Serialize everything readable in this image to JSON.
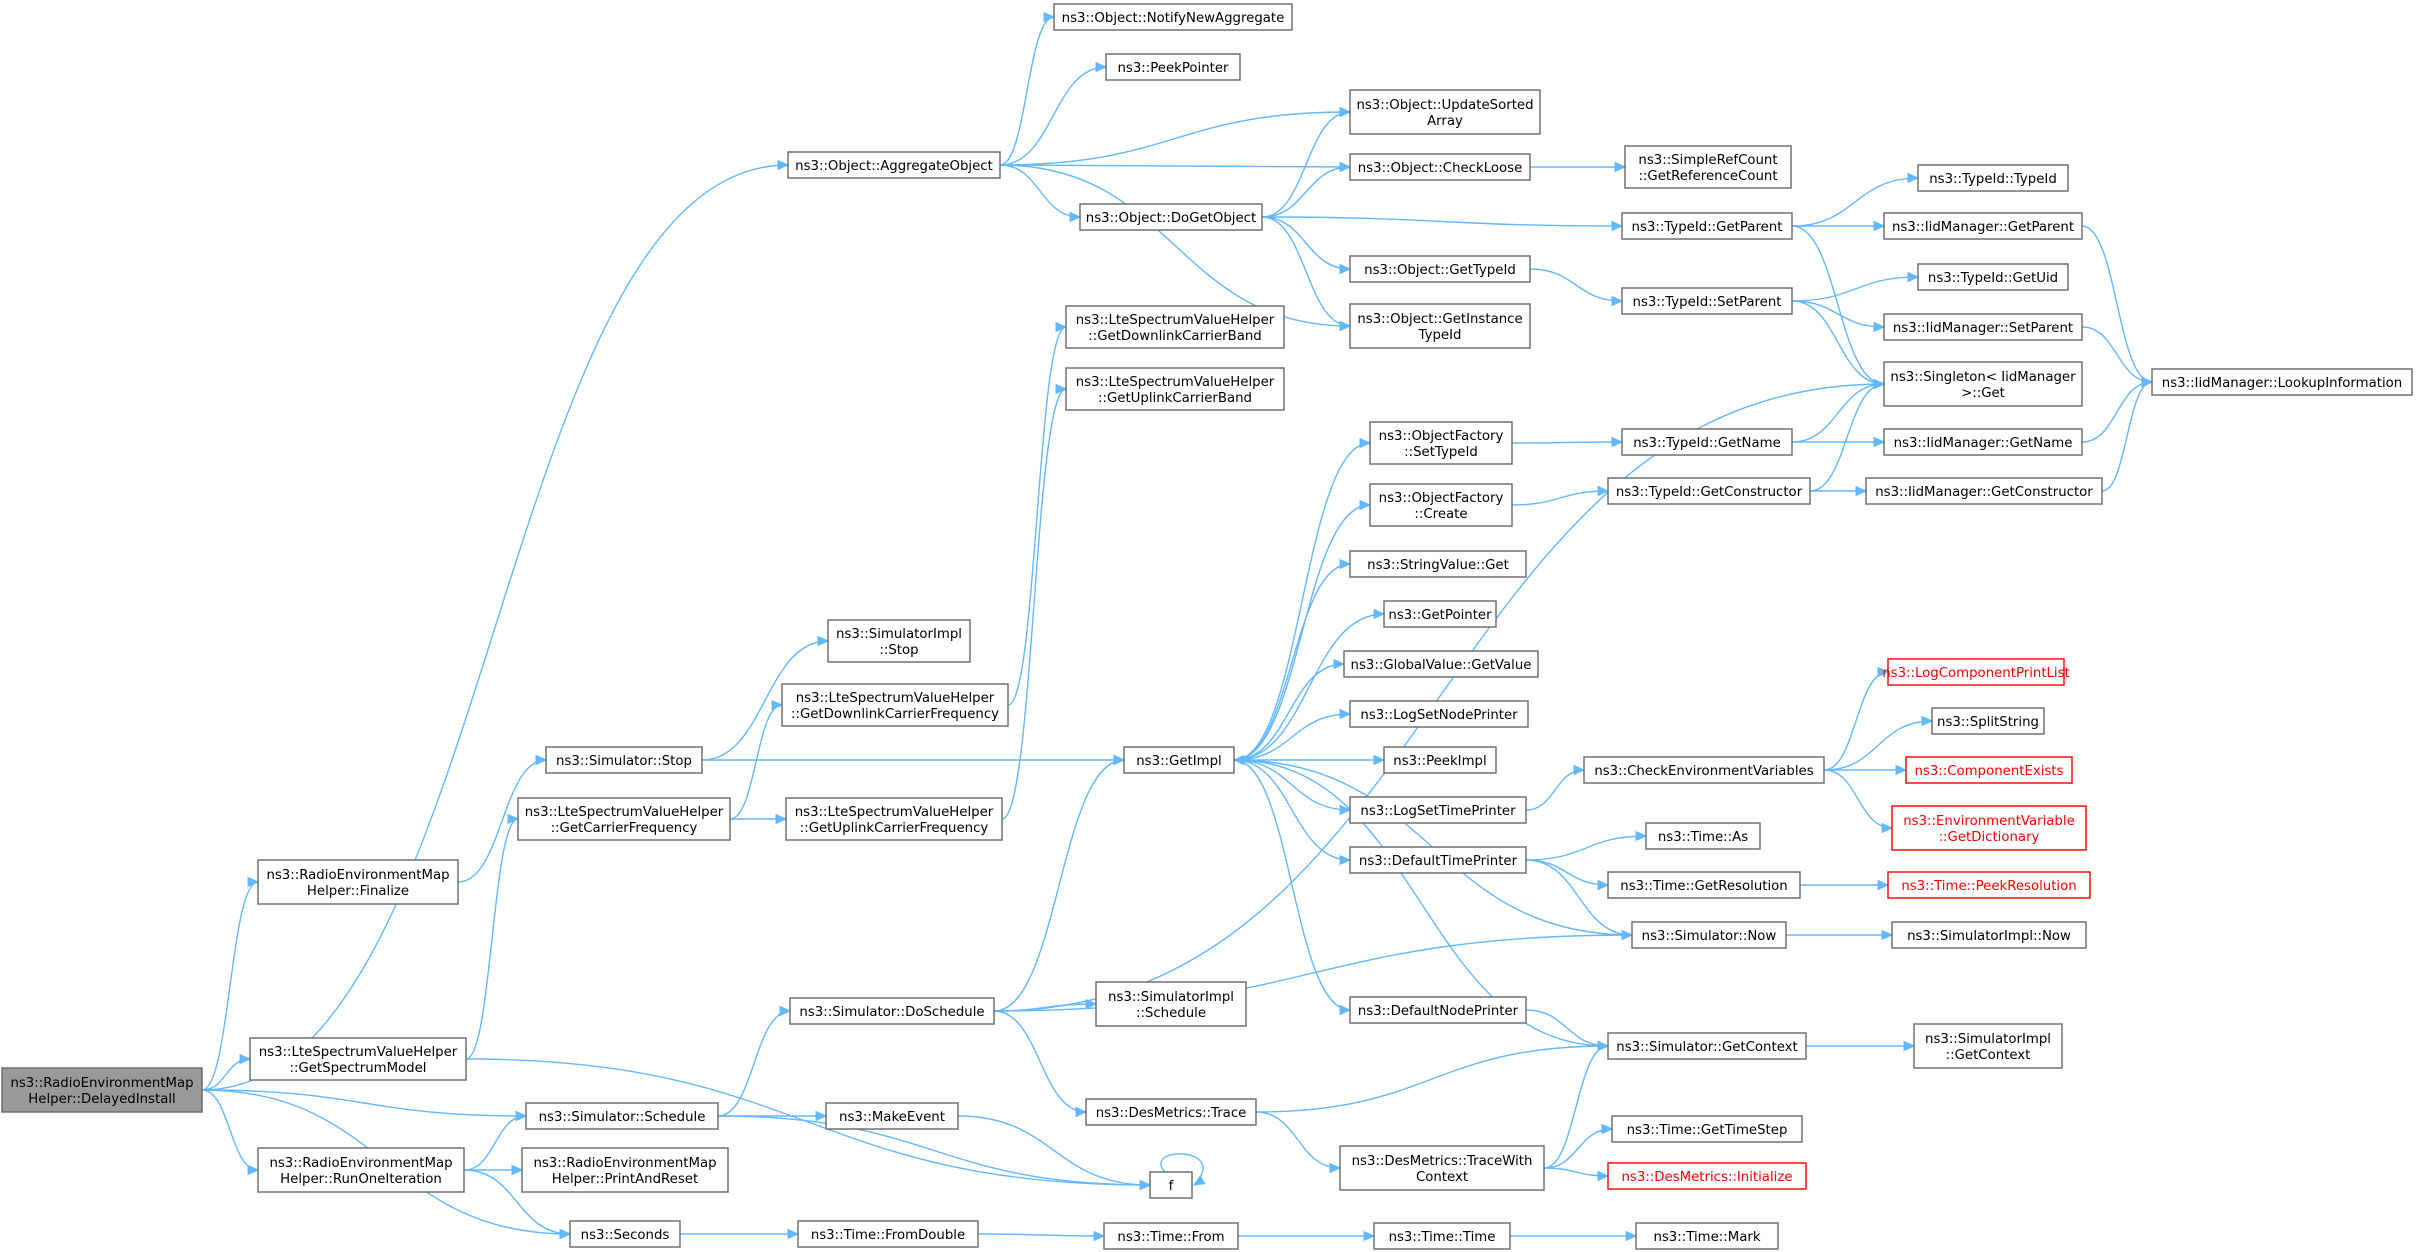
{
  "graph": {
    "nodes": {
      "root": [
        "ns3::RadioEnvironmentMap",
        "Helper::DelayedInstall"
      ],
      "aggregateObject": [
        "ns3::Object::AggregateObject"
      ],
      "notifyNewAggregate": [
        "ns3::Object::NotifyNewAggregate"
      ],
      "peekPointer": [
        "ns3::PeekPointer"
      ],
      "updateSortedArray": [
        "ns3::Object::UpdateSorted",
        "Array"
      ],
      "checkLoose": [
        "ns3::Object::CheckLoose"
      ],
      "simpleRefCount": [
        "ns3::SimpleRefCount",
        "::GetReferenceCount"
      ],
      "doGetObject": [
        "ns3::Object::DoGetObject"
      ],
      "typeIdGetParent": [
        "ns3::TypeId::GetParent"
      ],
      "typeIdTypeId": [
        "ns3::TypeId::TypeId"
      ],
      "iidGetParent": [
        "ns3::IidManager::GetParent"
      ],
      "getTypeId": [
        "ns3::Object::GetTypeId"
      ],
      "typeIdSetParent": [
        "ns3::TypeId::SetParent"
      ],
      "typeIdGetUid": [
        "ns3::TypeId::GetUid"
      ],
      "getInstanceTypeId": [
        "ns3::Object::GetInstance",
        "TypeId"
      ],
      "iidSetParent": [
        "ns3::IidManager::SetParent"
      ],
      "getDownlinkCarrierBand": [
        "ns3::LteSpectrumValueHelper",
        "::GetDownlinkCarrierBand"
      ],
      "getUplinkCarrierBand": [
        "ns3::LteSpectrumValueHelper",
        "::GetUplinkCarrierBand"
      ],
      "singletonGet": [
        "ns3::Singleton< IidManager",
        ">::Get"
      ],
      "lookupInformation": [
        "ns3::IidManager::LookupInformation"
      ],
      "setTypeId": [
        "ns3::ObjectFactory",
        "::SetTypeId"
      ],
      "typeIdGetName": [
        "ns3::TypeId::GetName"
      ],
      "iidGetName": [
        "ns3::IidManager::GetName"
      ],
      "factoryCreate": [
        "ns3::ObjectFactory",
        "::Create"
      ],
      "typeIdGetConstructor": [
        "ns3::TypeId::GetConstructor"
      ],
      "iidGetConstructor": [
        "ns3::IidManager::GetConstructor"
      ],
      "stringValueGet": [
        "ns3::StringValue::Get"
      ],
      "getPointer": [
        "ns3::GetPointer"
      ],
      "globalValueGetValue": [
        "ns3::GlobalValue::GetValue"
      ],
      "simImplStop": [
        "ns3::SimulatorImpl",
        "::Stop"
      ],
      "logComponentPrintList": [
        "ns3::LogComponentPrintList"
      ],
      "logSetNodePrinter": [
        "ns3::LogSetNodePrinter"
      ],
      "getDownlinkCarrierFrequency": [
        "ns3::LteSpectrumValueHelper",
        "::GetDownlinkCarrierFrequency"
      ],
      "splitString": [
        "ns3::SplitString"
      ],
      "simulatorStop": [
        "ns3::Simulator::Stop"
      ],
      "getImpl": [
        "ns3::GetImpl"
      ],
      "peekImpl": [
        "ns3::PeekImpl"
      ],
      "checkEnvironmentVariables": [
        "ns3::CheckEnvironmentVariables"
      ],
      "componentExists": [
        "ns3::ComponentExists"
      ],
      "getCarrierFrequency": [
        "ns3::LteSpectrumValueHelper",
        "::GetCarrierFrequency"
      ],
      "getUplinkCarrierFrequency": [
        "ns3::LteSpectrumValueHelper",
        "::GetUplinkCarrierFrequency"
      ],
      "logSetTimePrinter": [
        "ns3::LogSetTimePrinter"
      ],
      "envGetDictionary": [
        "ns3::EnvironmentVariable",
        "::GetDictionary"
      ],
      "timeAs": [
        "ns3::Time::As"
      ],
      "defaultTimePrinter": [
        "ns3::DefaultTimePrinter"
      ],
      "remFinalize": [
        "ns3::RadioEnvironmentMap",
        "Helper::Finalize"
      ],
      "timeGetResolution": [
        "ns3::Time::GetResolution"
      ],
      "timePeekResolution": [
        "ns3::Time::PeekResolution"
      ],
      "simulatorNow": [
        "ns3::Simulator::Now"
      ],
      "simImplNow": [
        "ns3::SimulatorImpl::Now"
      ],
      "doSchedule": [
        "ns3::Simulator::DoSchedule"
      ],
      "simImplSchedule": [
        "ns3::SimulatorImpl",
        "::Schedule"
      ],
      "defaultNodePrinter": [
        "ns3::DefaultNodePrinter"
      ],
      "getSpectrumModel": [
        "ns3::LteSpectrumValueHelper",
        "::GetSpectrumModel"
      ],
      "simulatorGetContext": [
        "ns3::Simulator::GetContext"
      ],
      "simImplGetContext": [
        "ns3::SimulatorImpl",
        "::GetContext"
      ],
      "simulatorSchedule": [
        "ns3::Simulator::Schedule"
      ],
      "makeEvent": [
        "ns3::MakeEvent"
      ],
      "desMetricsTrace": [
        "ns3::DesMetrics::Trace"
      ],
      "timeGetTimeStep": [
        "ns3::Time::GetTimeStep"
      ],
      "desMetricsTraceWithContext": [
        "ns3::DesMetrics::TraceWith",
        "Context"
      ],
      "runOneIteration": [
        "ns3::RadioEnvironmentMap",
        "Helper::RunOneIteration"
      ],
      "printAndReset": [
        "ns3::RadioEnvironmentMap",
        "Helper::PrintAndReset"
      ],
      "f": [
        "f"
      ],
      "desMetricsInitialize": [
        "ns3::DesMetrics::Initialize"
      ],
      "seconds": [
        "ns3::Seconds"
      ],
      "timeFromDouble": [
        "ns3::Time::FromDouble"
      ],
      "timeFrom": [
        "ns3::Time::From"
      ],
      "timeTime": [
        "ns3::Time::Time"
      ],
      "timeMark": [
        "ns3::Time::Mark"
      ]
    },
    "edges": [
      [
        "root",
        "aggregateObject"
      ],
      [
        "root",
        "remFinalize"
      ],
      [
        "root",
        "getSpectrumModel"
      ],
      [
        "root",
        "simulatorSchedule"
      ],
      [
        "root",
        "runOneIteration"
      ],
      [
        "root",
        "seconds"
      ],
      [
        "aggregateObject",
        "notifyNewAggregate"
      ],
      [
        "aggregateObject",
        "peekPointer"
      ],
      [
        "aggregateObject",
        "updateSortedArray"
      ],
      [
        "aggregateObject",
        "checkLoose"
      ],
      [
        "aggregateObject",
        "doGetObject"
      ],
      [
        "aggregateObject",
        "getInstanceTypeId"
      ],
      [
        "doGetObject",
        "updateSortedArray"
      ],
      [
        "doGetObject",
        "checkLoose"
      ],
      [
        "doGetObject",
        "typeIdGetParent"
      ],
      [
        "doGetObject",
        "getTypeId"
      ],
      [
        "doGetObject",
        "getInstanceTypeId"
      ],
      [
        "checkLoose",
        "simpleRefCount"
      ],
      [
        "typeIdGetParent",
        "typeIdTypeId"
      ],
      [
        "typeIdGetParent",
        "iidGetParent"
      ],
      [
        "typeIdGetParent",
        "singletonGet"
      ],
      [
        "iidGetParent",
        "lookupInformation"
      ],
      [
        "getTypeId",
        "typeIdSetParent"
      ],
      [
        "typeIdSetParent",
        "typeIdGetUid"
      ],
      [
        "typeIdSetParent",
        "iidSetParent"
      ],
      [
        "typeIdSetParent",
        "singletonGet"
      ],
      [
        "iidSetParent",
        "lookupInformation"
      ],
      [
        "typeIdGetName",
        "singletonGet"
      ],
      [
        "typeIdGetName",
        "iidGetName"
      ],
      [
        "iidGetName",
        "lookupInformation"
      ],
      [
        "typeIdGetConstructor",
        "singletonGet"
      ],
      [
        "typeIdGetConstructor",
        "iidGetConstructor"
      ],
      [
        "iidGetConstructor",
        "lookupInformation"
      ],
      [
        "setTypeId",
        "typeIdGetName"
      ],
      [
        "factoryCreate",
        "typeIdGetConstructor"
      ],
      [
        "remFinalize",
        "simulatorStop"
      ],
      [
        "simulatorStop",
        "simImplStop"
      ],
      [
        "simulatorStop",
        "getImpl"
      ],
      [
        "getCarrierFrequency",
        "getDownlinkCarrierFrequency"
      ],
      [
        "getCarrierFrequency",
        "getUplinkCarrierFrequency"
      ],
      [
        "getDownlinkCarrierFrequency",
        "getDownlinkCarrierBand"
      ],
      [
        "getUplinkCarrierFrequency",
        "getUplinkCarrierBand"
      ],
      [
        "getSpectrumModel",
        "getCarrierFrequency"
      ],
      [
        "getSpectrumModel",
        "f"
      ],
      [
        "getImpl",
        "setTypeId"
      ],
      [
        "getImpl",
        "factoryCreate"
      ],
      [
        "getImpl",
        "stringValueGet"
      ],
      [
        "getImpl",
        "getPointer"
      ],
      [
        "getImpl",
        "globalValueGetValue"
      ],
      [
        "getImpl",
        "logSetNodePrinter"
      ],
      [
        "getImpl",
        "peekImpl"
      ],
      [
        "getImpl",
        "logSetTimePrinter"
      ],
      [
        "getImpl",
        "defaultTimePrinter"
      ],
      [
        "getImpl",
        "defaultNodePrinter"
      ],
      [
        "logSetTimePrinter",
        "checkEnvironmentVariables"
      ],
      [
        "checkEnvironmentVariables",
        "logComponentPrintList"
      ],
      [
        "checkEnvironmentVariables",
        "splitString"
      ],
      [
        "checkEnvironmentVariables",
        "componentExists"
      ],
      [
        "checkEnvironmentVariables",
        "envGetDictionary"
      ],
      [
        "defaultTimePrinter",
        "timeAs"
      ],
      [
        "defaultTimePrinter",
        "timeGetResolution"
      ],
      [
        "defaultTimePrinter",
        "simulatorNow"
      ],
      [
        "timeGetResolution",
        "timePeekResolution"
      ],
      [
        "simulatorNow",
        "simImplNow"
      ],
      [
        "simulatorNow",
        "getImpl"
      ],
      [
        "defaultNodePrinter",
        "simulatorGetContext"
      ],
      [
        "simulatorGetContext",
        "simImplGetContext"
      ],
      [
        "simulatorGetContext",
        "getImpl"
      ],
      [
        "doSchedule",
        "singletonGet"
      ],
      [
        "doSchedule",
        "getImpl"
      ],
      [
        "doSchedule",
        "simImplSchedule"
      ],
      [
        "doSchedule",
        "simulatorNow"
      ],
      [
        "doSchedule",
        "desMetricsTrace"
      ],
      [
        "desMetricsTrace",
        "simulatorGetContext"
      ],
      [
        "desMetricsTrace",
        "desMetricsTraceWithContext"
      ],
      [
        "desMetricsTraceWithContext",
        "timeGetTimeStep"
      ],
      [
        "desMetricsTraceWithContext",
        "desMetricsInitialize"
      ],
      [
        "desMetricsTraceWithContext",
        "simulatorGetContext"
      ],
      [
        "simulatorSchedule",
        "doSchedule"
      ],
      [
        "simulatorSchedule",
        "makeEvent"
      ],
      [
        "simulatorSchedule",
        "f"
      ],
      [
        "makeEvent",
        "f"
      ],
      [
        "f",
        "f"
      ],
      [
        "runOneIteration",
        "simulatorSchedule"
      ],
      [
        "runOneIteration",
        "printAndReset"
      ],
      [
        "runOneIteration",
        "seconds"
      ],
      [
        "seconds",
        "timeFromDouble"
      ],
      [
        "timeFromDouble",
        "timeFrom"
      ],
      [
        "timeFrom",
        "timeTime"
      ],
      [
        "timeTime",
        "timeMark"
      ]
    ]
  }
}
